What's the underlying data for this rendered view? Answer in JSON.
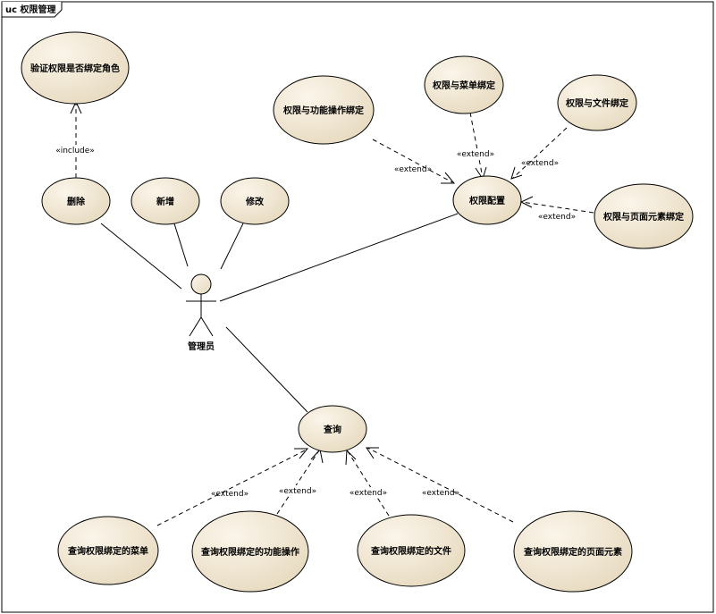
{
  "frame": {
    "title": "uc 权限管理"
  },
  "actor": {
    "label": "管理员",
    "icon": "stick-figure-icon"
  },
  "use_cases": {
    "verify": "验证权限是否绑定角色",
    "delete": "删除",
    "add": "新增",
    "modify": "修改",
    "config": "权限配置",
    "func_op": "权限与功能操作绑定",
    "menu": "权限与菜单绑定",
    "file": "权限与文件绑定",
    "page": "权限与页面元素绑定",
    "query": "查询",
    "q_menu": "查询权限绑定的菜单",
    "q_func": "查询权限绑定的功能操作",
    "q_file": "查询权限绑定的文件",
    "q_page": "查询权限绑定的页面元素"
  },
  "stereotypes": {
    "include": "«include»",
    "extend": "«extend»"
  },
  "colors": {
    "usecase_fill_light": "#fbf5ea",
    "usecase_fill_dark": "#e8dcc3",
    "line": "#000000"
  }
}
